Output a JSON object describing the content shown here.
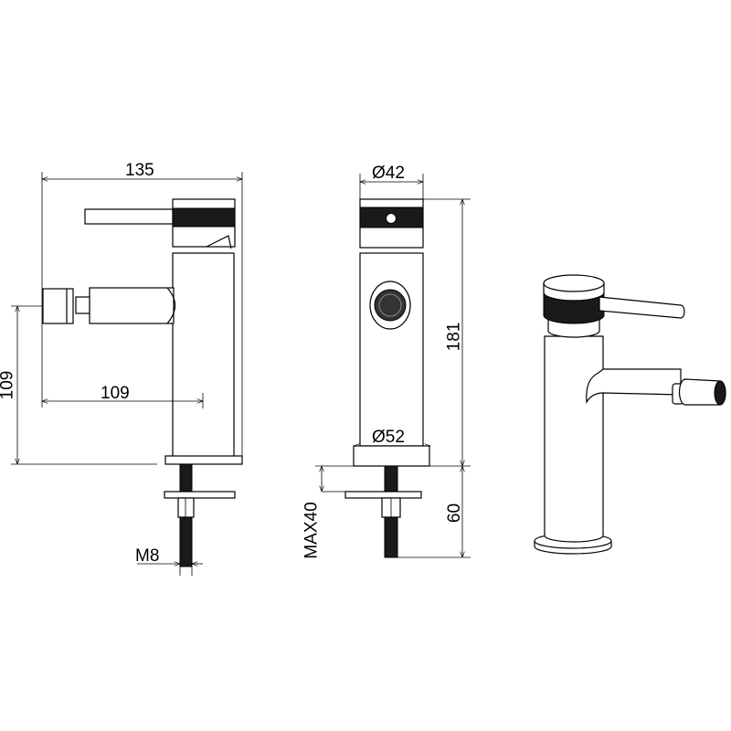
{
  "drawing": {
    "side_view": {
      "width": "135",
      "spout_height": "109",
      "spout_reach": "109",
      "thread": "M8"
    },
    "front_view": {
      "cap_diameter": "Ø42",
      "base_diameter": "Ø52",
      "height": "181",
      "max_deck": "MAX40",
      "stud_length": "60"
    },
    "colors": {
      "line": "#000000",
      "knurl": "#1a1a1a"
    }
  }
}
